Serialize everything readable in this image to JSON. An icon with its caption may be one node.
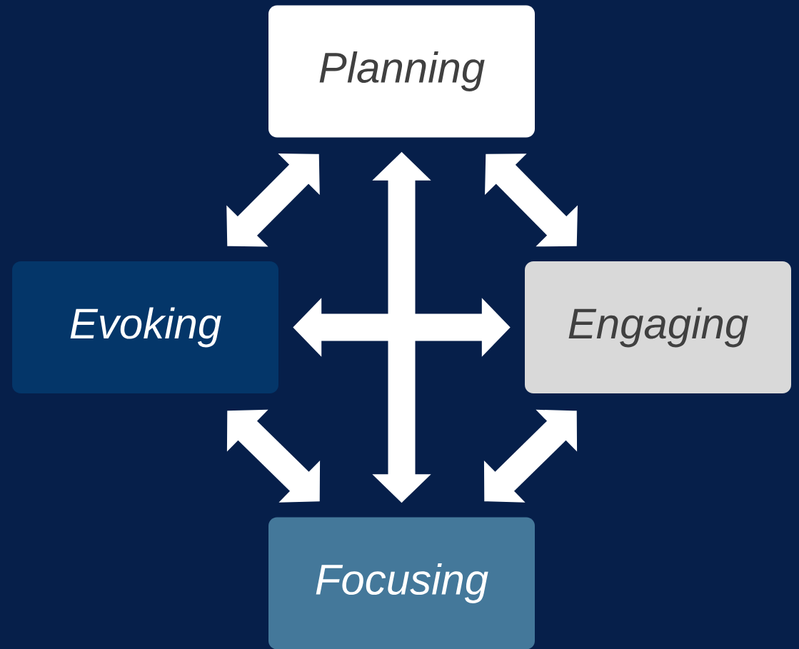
{
  "diagram": {
    "nodes": [
      {
        "text": [
          "Planning"
        ]
      },
      {
        "text": [
          "Evoking"
        ]
      },
      {
        "text": [
          "Engaging"
        ]
      },
      {
        "text": [
          "Focusing"
        ]
      }
    ],
    "edges": [
      {
        "from": 0,
        "to": 1,
        "arrow": "both"
      },
      {
        "from": 0,
        "to": 2,
        "arrow": "both"
      },
      {
        "from": 1,
        "to": 3,
        "arrow": "both"
      },
      {
        "from": 2,
        "to": 3,
        "arrow": "both"
      },
      {
        "from": 1,
        "to": 2,
        "arrow": "both"
      },
      {
        "from": 0,
        "to": 3,
        "arrow": "both"
      }
    ]
  }
}
